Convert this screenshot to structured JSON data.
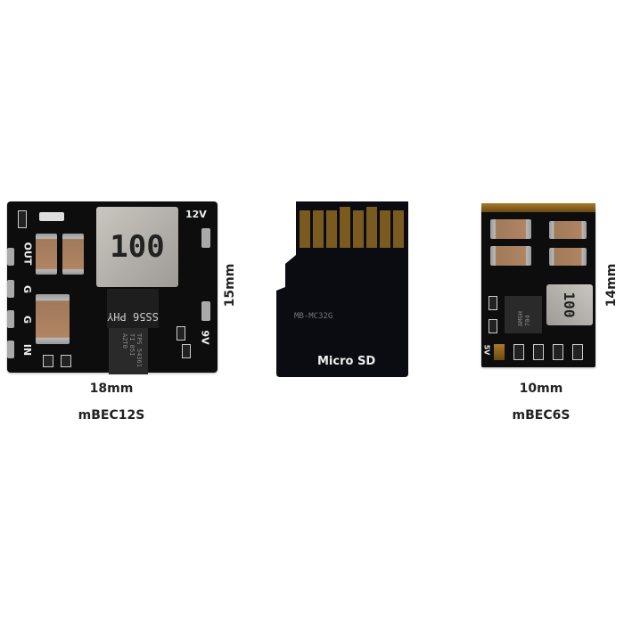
{
  "products": [
    {
      "name": "mBEC12S",
      "width_label": "18mm",
      "height_label": "15mm",
      "inductor_marking": "100",
      "diode_marking": "SS56 PHY",
      "ic_marking": "TPS 54361 TI 05I A2T0",
      "silkscreen": {
        "out": "OUT",
        "g1": "G",
        "g2": "G",
        "in": "IN",
        "v12": "12V",
        "v9": "9V"
      }
    },
    {
      "name": "Micro SD",
      "model_marking": "MB-MC32G",
      "card_label": "Micro SD"
    },
    {
      "name": "mBEC6S",
      "width_label": "10mm",
      "height_label": "14mm",
      "inductor_marking": "100",
      "ic_marking": "AMGH 704",
      "silkscreen": {
        "v": "5V"
      }
    }
  ],
  "colors": {
    "pcb": "#0d0d0d",
    "gold": "#a87a2c",
    "text": "#222222",
    "background": "#ffffff"
  }
}
